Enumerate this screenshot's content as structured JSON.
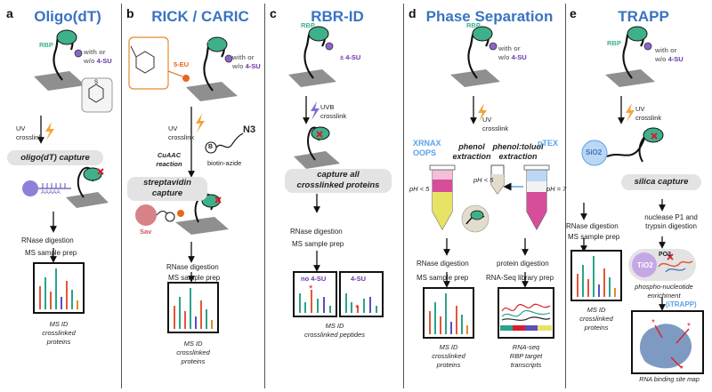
{
  "colors": {
    "title": "#3a73c2",
    "rbp": "#3fb08c",
    "foursu": "#6a35a4",
    "fiveeu": "#e8651c",
    "crosslink_x": "#d81e2a",
    "sav": "#c8585e",
    "arrow": "#111111",
    "bolt": "#f2a33a",
    "uvb_bolt": "#7b6fd1",
    "bar_red": "#e1573a",
    "bar_teal": "#2aa38b",
    "bar_purple": "#5b4fc0",
    "bar_orange": "#e38a2c",
    "gray_pill": "#e3e3e3",
    "xrnax_label": "#5aa2e8",
    "ptex_label": "#5aa2e8"
  },
  "panels": [
    {
      "letter": "a",
      "title": "Oligo(dT)",
      "rbp_label": "RBP",
      "with_or": "with or",
      "wo_prefix": "w/o ",
      "su_label": "4-SU",
      "uv_crosslink": "UV\ncrosslink",
      "capture": "oligo(dT) capture",
      "polya": "AAAAA",
      "step1": "RNase digestion",
      "step2": "MS sample prep",
      "result": "MS ID\ncrosslinked\nproteins"
    },
    {
      "letter": "b",
      "title": "RICK / CARIC",
      "rbp_label": "RBP",
      "with_or": "with or",
      "wo_prefix": "w/o ",
      "su_label": "4-SU",
      "eu_label": "5-EU",
      "uv_crosslink": "UV\ncrosslink",
      "reaction": "CuAAC\nreaction",
      "b_label": "B",
      "n3": "N3",
      "biotin": "biotin-azide",
      "capture": "streptavidin\ncapture",
      "sav": "Sav",
      "step1": "RNase digestion",
      "step2": "MS sample prep",
      "result": "MS ID\ncrosslinked\nproteins"
    },
    {
      "letter": "c",
      "title": "RBR-ID",
      "rbp_label": "RBP",
      "su_label": "± 4-SU",
      "uvb_crosslink": "UVB\ncrosslink",
      "capture": "capture all\ncrosslinked proteins",
      "step1": "RNase digestion",
      "step2": "MS sample prep",
      "box1": "no 4-SU",
      "box2": "4-SU",
      "result": "MS ID\ncrosslinked peptides"
    },
    {
      "letter": "d",
      "title": "Phase Separation",
      "rbp_label": "RBP",
      "with_or": "with or",
      "wo_prefix": "w/o ",
      "su_label": "4-SU",
      "uv_crosslink": "UV\ncrosslink",
      "left_methods": "XRNAX\nOOPS",
      "left_extraction": "phenol\nextraction",
      "right_extraction": "phenol:toluol\nextraction",
      "right_method": "pTEX",
      "ph_left": "pH < 5",
      "ph_mid": "pH < 5",
      "ph_right": "pH = 7",
      "left_step1": "RNase digestion",
      "left_step2": "MS sample prep",
      "right_step1": "protein digestion",
      "right_step2": "RNA-Seq library prep",
      "left_result": "MS ID\ncrosslinked\nproteins",
      "right_result": "RNA-seq\nRBP target\ntranscripts"
    },
    {
      "letter": "e",
      "title": "TRAPP",
      "rbp_label": "RBP",
      "with_or": "with or",
      "wo_prefix": "w/o ",
      "su_label": "4-SU",
      "uv_crosslink": "UV\ncrosslink",
      "sio2": "SiO2",
      "capture": "silica capture",
      "left_step1": "RNase digestion",
      "left_step2": "MS sample prep",
      "right_step1": "nuclease P1 and\ntrypsin digestion",
      "tio2": "TiO2",
      "po3": "PO3",
      "enrichment": "phospho-nucleotide\nenrichment",
      "itrapp": "(iTRAPP)",
      "left_result": "MS ID\ncrosslinked\nproteins",
      "right_result": "RNA binding site map"
    }
  ]
}
